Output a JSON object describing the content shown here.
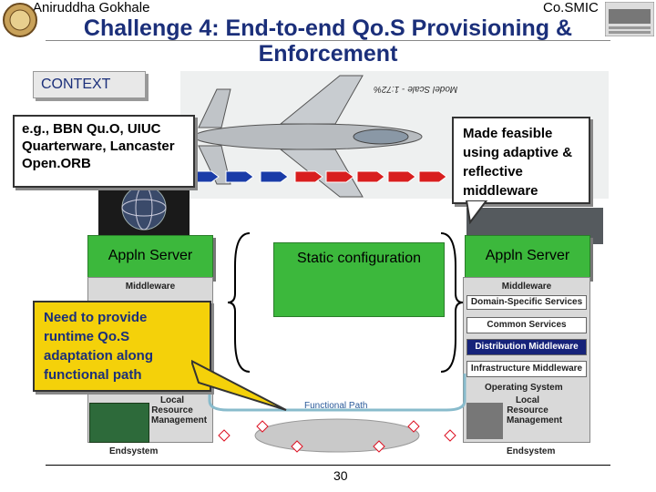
{
  "header": {
    "author": "Aniruddha Gokhale",
    "org": "Co.SMIC",
    "title": "Challenge 4: End-to-end Qo.S Provisioning & Enforcement"
  },
  "context_label": "CONTEXT",
  "callouts": {
    "examples": "e.g., BBN Qu.O, UIUC Quarterware, Lancaster Open.ORB",
    "feasible": "Made feasible using adaptive & reflective middleware",
    "static": "Static configuration",
    "need": "Need to provide runtime Qo.S adaptation along functional path"
  },
  "app_server_left": "Appln Server",
  "app_server_right": "Appln Server",
  "diagram": {
    "model_scale": "Model Scale - 1:72%",
    "middleware": "Middleware",
    "domain_services": "Domain-Specific Services",
    "common_services": "Common Services",
    "distribution_mw": "Distribution Middleware",
    "infrastructure_mw": "Infrastructure Middleware",
    "os": "Operating System",
    "local_resource": "Local Resource Management",
    "functional_path": "Functional Path",
    "endsystem": "Endsystem"
  },
  "page_number": "30",
  "colors": {
    "title": "#1b2f7a",
    "arrows_blue": "#1a3ca8",
    "arrows_red": "#d81f1f",
    "callout_green": "#3cb83c"
  }
}
